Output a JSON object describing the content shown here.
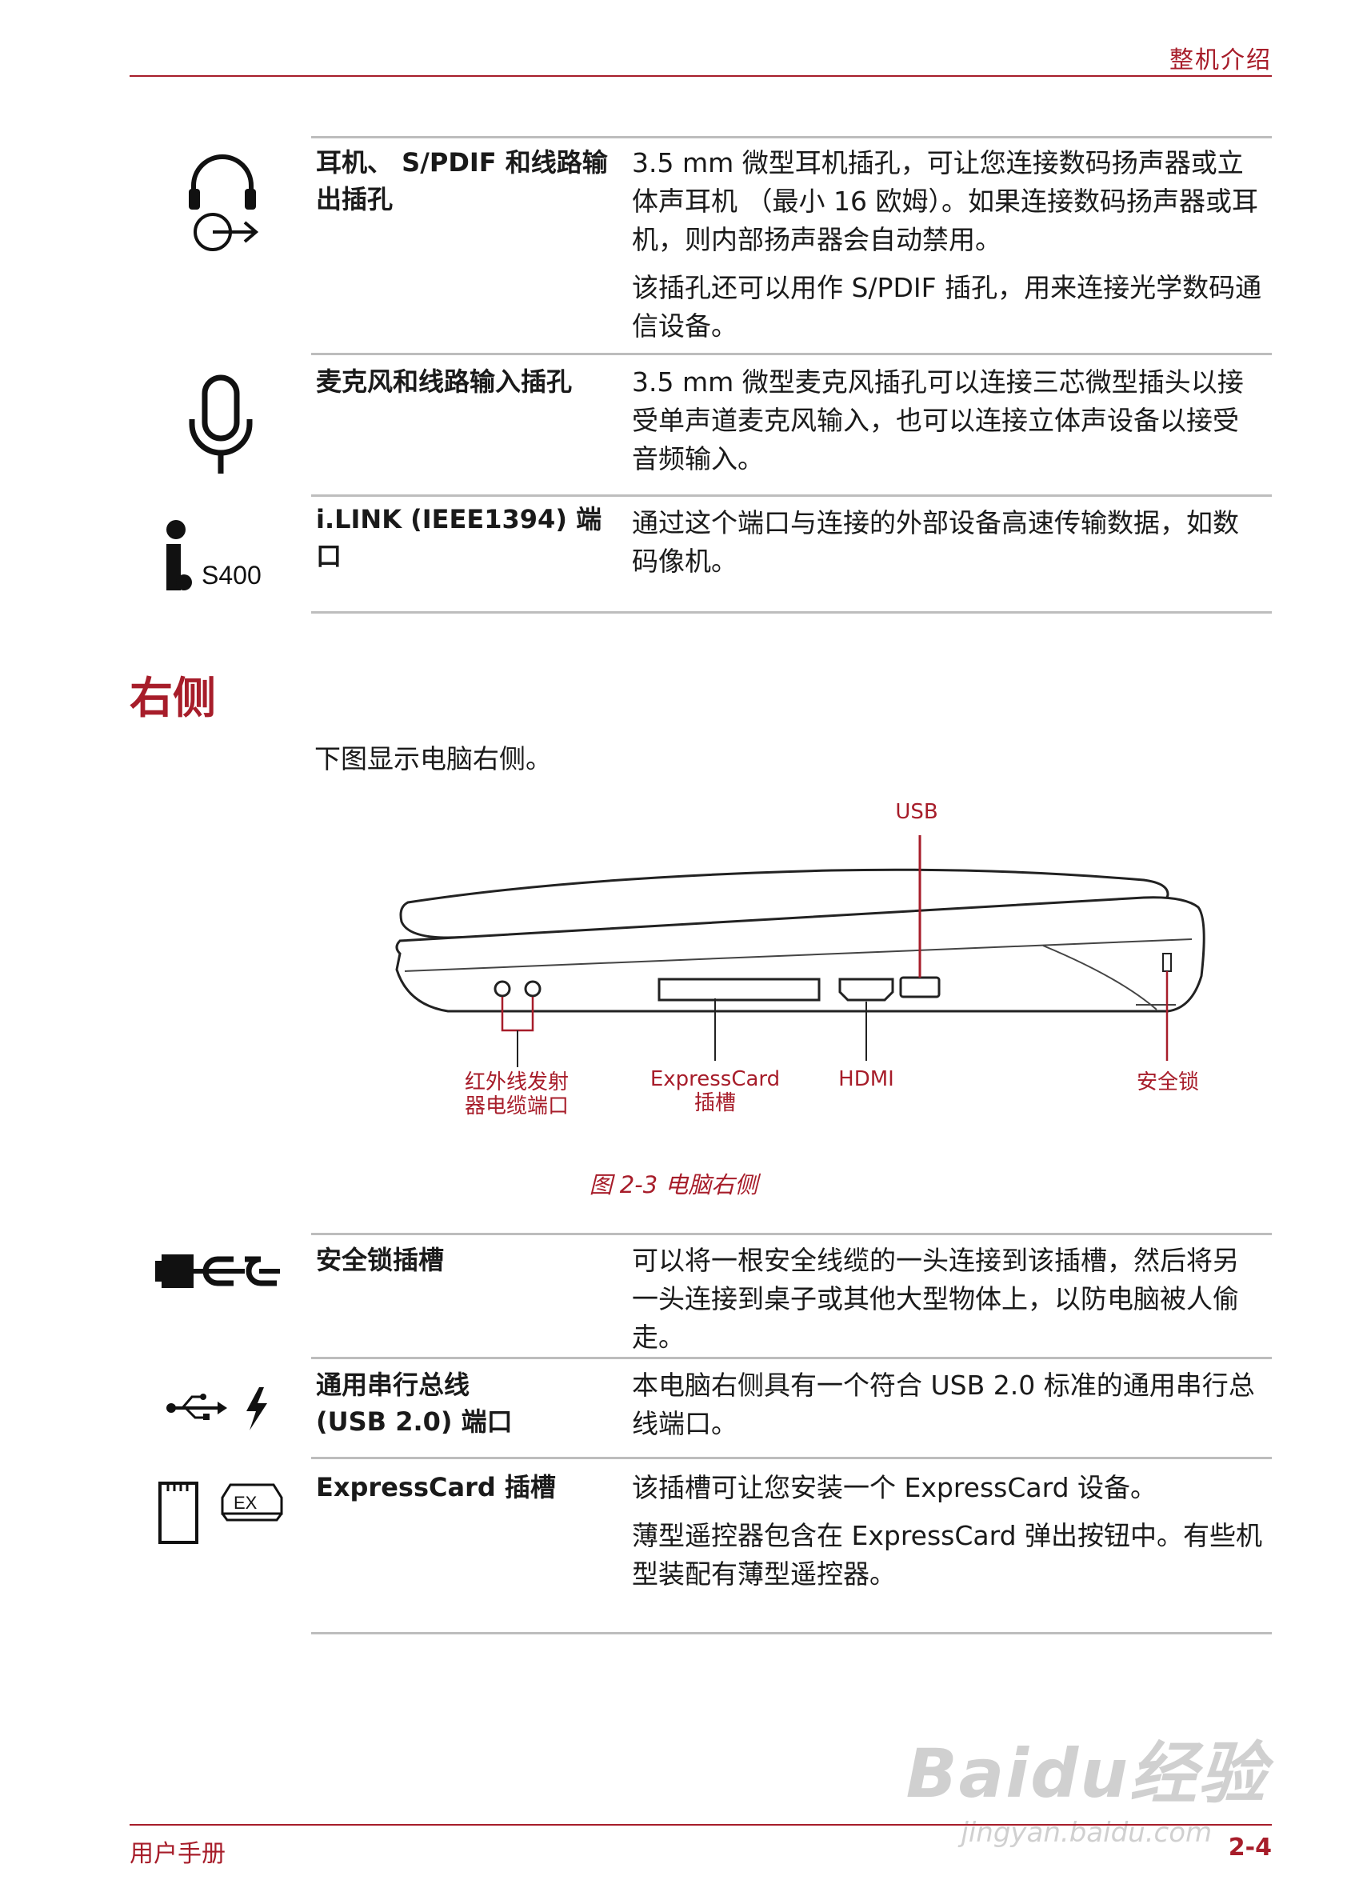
{
  "header": {
    "title": "整机介绍"
  },
  "table1": {
    "rows": [
      {
        "icon": "headphone-output-icon",
        "term": "耳机、 S/PDIF 和线路输出插孔",
        "desc": [
          "3.5 mm 微型耳机插孔，可让您连接数码扬声器或立体声耳机 （最小 16 欧姆）。如果连接数码扬声器或耳机，则内部扬声器会自动禁用。",
          "该插孔还可以用作 S/PDIF 插孔，用来连接光学数码通信设备。"
        ]
      },
      {
        "icon": "microphone-icon",
        "term": "麦克风和线路输入插孔",
        "desc": [
          "3.5 mm 微型麦克风插孔可以连接三芯微型插头以接受单声道麦克风输入，也可以连接立体声设备以接受音频输入。"
        ]
      },
      {
        "icon": "ilink-icon",
        "icon_text": "S400",
        "term": "i.LINK (IEEE1394) 端口",
        "desc": [
          "通过这个端口与连接的外部设备高速传输数据，如数码像机。"
        ]
      }
    ]
  },
  "section": {
    "heading": "右侧",
    "intro": "下图显示电脑右侧。"
  },
  "figure": {
    "labels": {
      "usb": "USB",
      "ir_line1": "红外线发射",
      "ir_line2": "器电缆端口",
      "expresscard_line1": "ExpressCard",
      "expresscard_line2": "插槽",
      "hdmi": "HDMI",
      "lock": "安全锁"
    },
    "caption": "图 2-3 电脑右侧"
  },
  "table2": {
    "rows": [
      {
        "icon": "security-lock-icon",
        "term": "安全锁插槽",
        "desc": [
          "可以将一根安全线缆的一头连接到该插槽，然后将另一头连接到桌子或其他大型物体上，以防电脑被人偷走。"
        ]
      },
      {
        "icon": "usb-icon",
        "term_line1": "通用串行总线",
        "term_line2": "(USB 2.0) 端口",
        "desc": [
          "本电脑右侧具有一个符合 USB 2.0 标准的通用串行总线端口。"
        ]
      },
      {
        "icon": "expresscard-icon",
        "icon_text": "EX",
        "term": "ExpressCard 插槽",
        "desc": [
          "该插槽可让您安装一个 ExpressCard 设备。",
          "薄型遥控器包含在 ExpressCard 弹出按钮中。有些机型装配有薄型遥控器。"
        ]
      }
    ]
  },
  "footer": {
    "left": "用户手册",
    "right": "2-4"
  },
  "watermark": {
    "main": "Baidu经验",
    "sub": "jingyan.baidu.com"
  },
  "colors": {
    "accent": "#a71d2a",
    "rule": "#bdbdbd"
  }
}
